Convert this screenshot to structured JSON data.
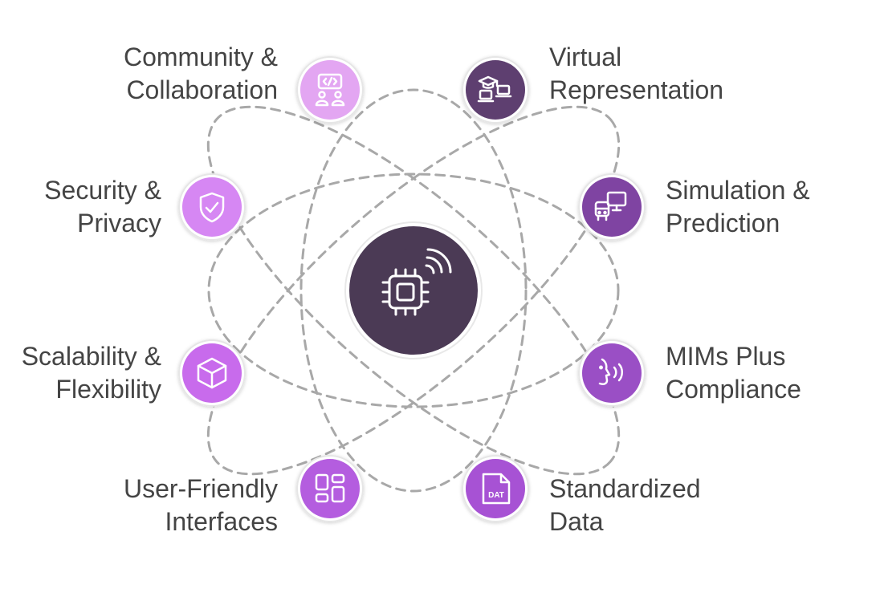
{
  "center": {
    "icon": "chip-wireless-icon",
    "fill": "#4b3a55"
  },
  "nodes": [
    {
      "id": "community-collaboration",
      "lines": [
        "Community &",
        "Collaboration"
      ],
      "icon": "collaboration-icon",
      "fill": "#e3a6f2"
    },
    {
      "id": "virtual-representation",
      "lines": [
        "Virtual",
        "Representation"
      ],
      "icon": "virtual-learning-icon",
      "fill": "#5e3f70"
    },
    {
      "id": "security-privacy",
      "lines": [
        "Security &",
        "Privacy"
      ],
      "icon": "shield-check-icon",
      "fill": "#d687f3"
    },
    {
      "id": "simulation-prediction",
      "lines": [
        "Simulation &",
        "Prediction"
      ],
      "icon": "simulation-icon",
      "fill": "#7f44a2"
    },
    {
      "id": "scalability-flexibility",
      "lines": [
        "Scalability &",
        "Flexibility"
      ],
      "icon": "cube-icon",
      "fill": "#c86bec"
    },
    {
      "id": "mims-plus-compliance",
      "lines": [
        "MIMs Plus",
        "Compliance"
      ],
      "icon": "voice-icon",
      "fill": "#9a4fc5"
    },
    {
      "id": "user-friendly-interfaces",
      "lines": [
        "User-Friendly",
        "Interfaces"
      ],
      "icon": "layout-icon",
      "fill": "#b45ddf"
    },
    {
      "id": "standardized-data",
      "lines": [
        "Standardized",
        "Data"
      ],
      "icon": "dat-file-icon",
      "fill": "#a752d4",
      "file_label": "DAT"
    }
  ]
}
